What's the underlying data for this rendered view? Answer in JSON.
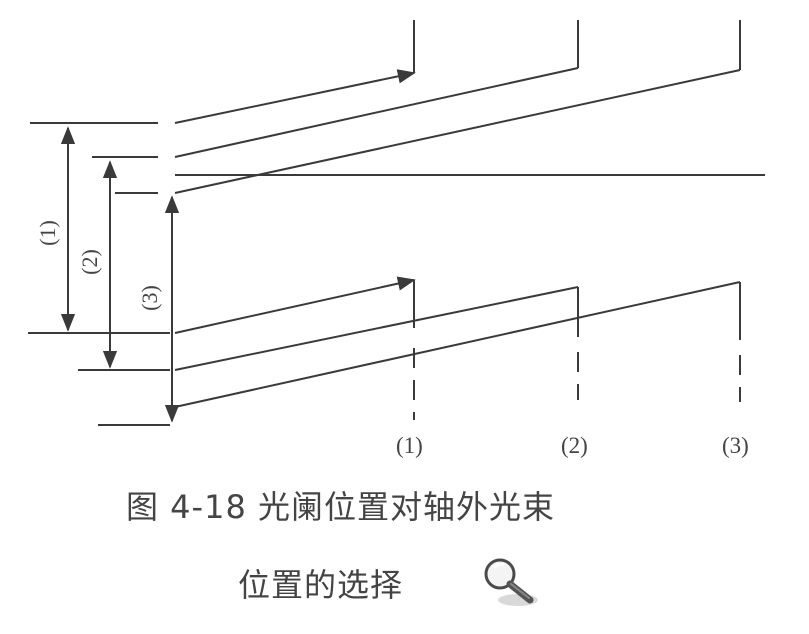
{
  "dimension_labels": {
    "d1": "(1)",
    "d2": "(2)",
    "d3": "(3)"
  },
  "stop_labels": {
    "s1": "(1)",
    "s2": "(2)",
    "s3": "(3)"
  },
  "caption": {
    "line1": "图 4-18   光阑位置对轴外光束",
    "line2": "位置的选择"
  },
  "icons": {
    "search": "magnifier-icon"
  },
  "colors": {
    "line": "#3a3a3a",
    "text": "#444444"
  }
}
